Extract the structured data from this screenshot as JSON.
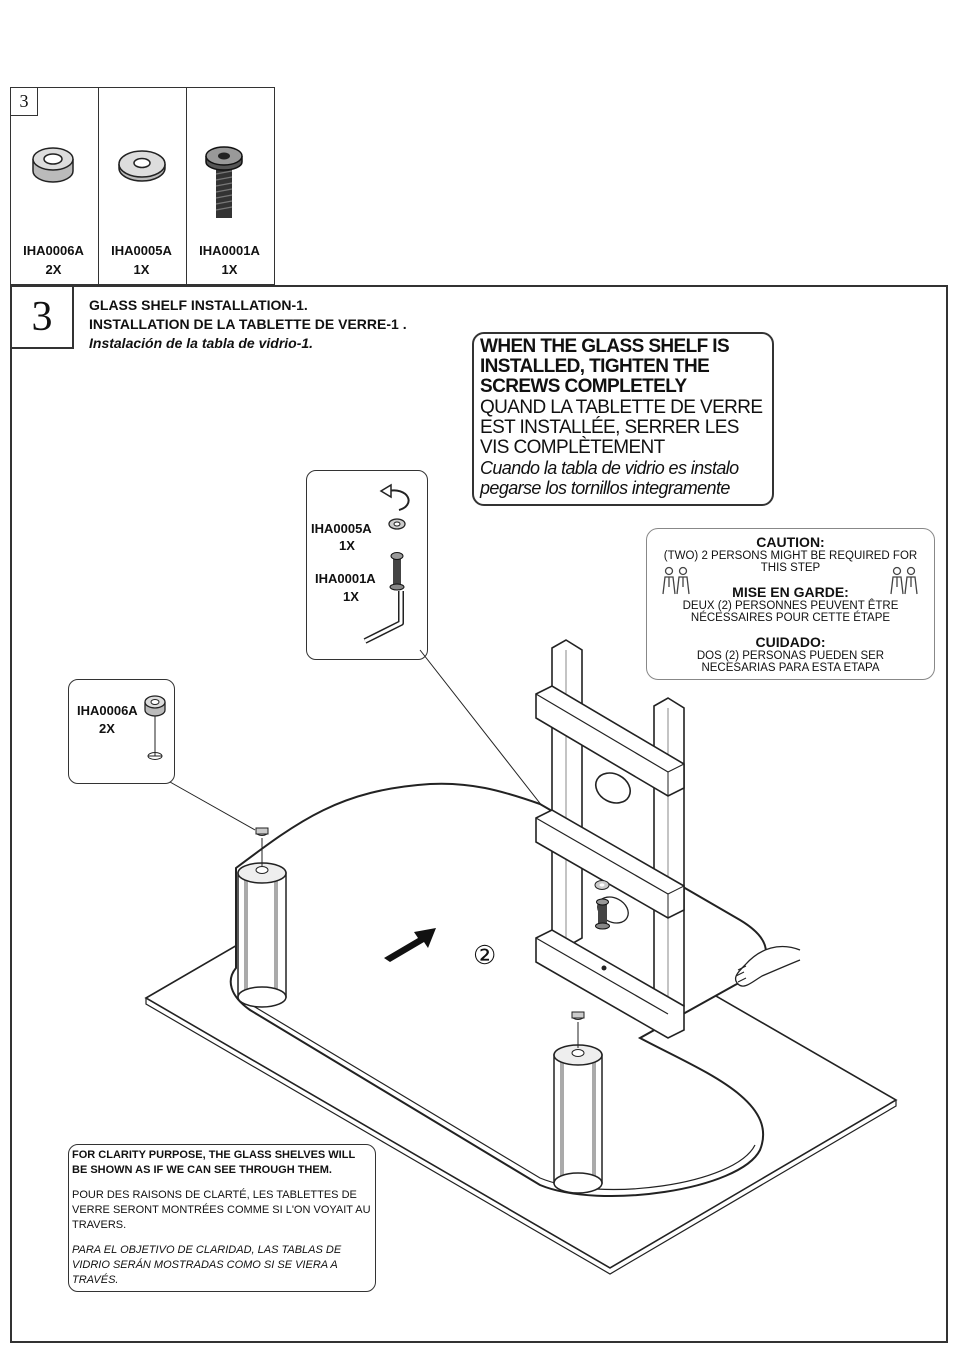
{
  "parts_panel": {
    "step": "3",
    "parts": [
      {
        "code": "IHA0006A",
        "qty": "2X",
        "icon": "spacer-ring-icon"
      },
      {
        "code": "IHA0005A",
        "qty": "1X",
        "icon": "washer-icon"
      },
      {
        "code": "IHA0001A",
        "qty": "1X",
        "icon": "bolt-icon"
      }
    ]
  },
  "step": {
    "number": "3",
    "title_en": "GLASS SHELF INSTALLATION-1.",
    "title_fr": "INSTALLATION DE LA TABLETTE DE VERRE-1 .",
    "title_es": "Instalación de la tabla de vidrio-1."
  },
  "notice": {
    "en": "WHEN THE GLASS SHELF IS INSTALLED, TIGHTEN THE SCREWS COMPLETELY",
    "fr": "QUAND LA TABLETTE DE VERRE EST INSTALLÉE, SERRER LES VIS COMPLÈTEMENT",
    "es": "Cuando la tabla de vidrio es instalo pegarse los tornillos integramente"
  },
  "callout_screws": {
    "code1": "IHA0005A",
    "qty1": "1X",
    "code2": "IHA0001A",
    "qty2": "1X"
  },
  "callout_spacer": {
    "code": "IHA0006A",
    "qty": "2X"
  },
  "caution": {
    "h_en": "CAUTION:",
    "t_en": "(TWO) 2 PERSONS MIGHT BE REQUIRED FOR THIS STEP",
    "h_fr": "MISE EN GARDE:",
    "t_fr": "DEUX (2) PERSONNES PEUVENT ÊTRE NÉCESSAIRES POUR CETTE ÉTAPE",
    "h_es": "CUIDADO:",
    "t_es": "DOS (2) PERSONAS PUEDEN SER NECESARIAS PARA ESTA ETAPA"
  },
  "diagram": {
    "order_marker": "②"
  },
  "clarity_note": {
    "en": "FOR CLARITY PURPOSE, THE GLASS SHELVES WILL BE SHOWN AS IF WE CAN SEE THROUGH THEM.",
    "fr": "POUR DES RAISONS DE CLARTÉ, LES TABLETTES DE VERRE SERONT MONTRÉES COMME SI L'ON VOYAIT AU TRAVERS.",
    "es": "PARA EL OBJETIVO DE CLARIDAD, LAS TABLAS DE VIDRIO SERÁN MOSTRADAS COMO SI SE VIERA A TRAVÉS."
  }
}
